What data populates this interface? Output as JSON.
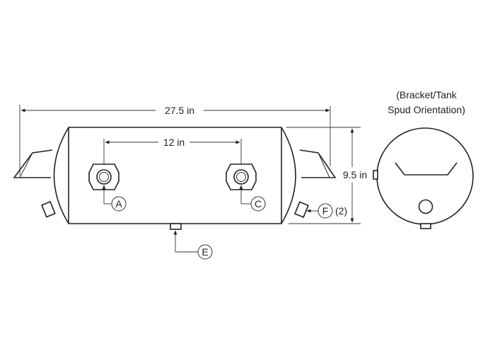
{
  "dimensions": {
    "length": "27.5 in",
    "spud_spacing": "12 in",
    "diameter": "9.5 in"
  },
  "callouts": {
    "a": "A",
    "c": "C",
    "e": "E",
    "f": "F",
    "f_qty": "(2)"
  },
  "end_view": {
    "title_line1": "(Bracket/Tank",
    "title_line2": "Spud Orientation)"
  }
}
